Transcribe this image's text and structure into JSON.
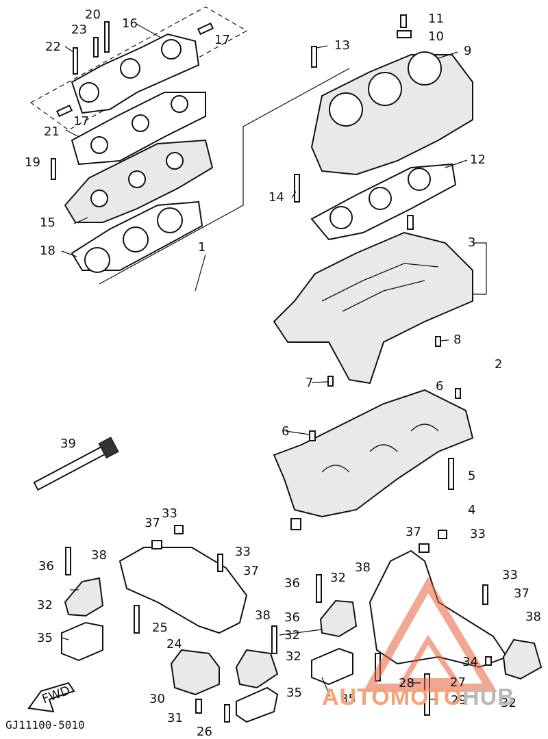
{
  "diagram_code": "GJ11100-5010",
  "fwd_label": "FWD",
  "watermark": {
    "part1": "AUTOMOTO",
    "part2": "HUB"
  },
  "callouts": {
    "c1": "1",
    "c2": "2",
    "c3": "3",
    "c4": "4",
    "c5": "5",
    "c6a": "6",
    "c6b": "6",
    "c7": "7",
    "c8": "8",
    "c9": "9",
    "c10": "10",
    "c11": "11",
    "c12": "12",
    "c13": "13",
    "c14": "14",
    "c15": "15",
    "c16": "16",
    "c17a": "17",
    "c17b": "17",
    "c18": "18",
    "c19": "19",
    "c20": "20",
    "c21": "21",
    "c22": "22",
    "c23": "23",
    "c24": "24",
    "c25": "25",
    "c26": "26",
    "c27": "27",
    "c28": "28",
    "c29": "29",
    "c30": "30",
    "c31": "31",
    "c32a": "32",
    "c32b": "32",
    "c32c": "32",
    "c32d": "32",
    "c32e": "32",
    "c33a": "33",
    "c33b": "33",
    "c33c": "33",
    "c33d": "33",
    "c34": "34",
    "c35a": "35",
    "c35b": "35",
    "c35c": "35",
    "c36a": "36",
    "c36b": "36",
    "c36c": "36",
    "c37a": "37",
    "c37b": "37",
    "c37c": "37",
    "c37d": "37",
    "c38a": "38",
    "c38b": "38",
    "c38c": "38",
    "c38d": "38",
    "c39": "39"
  },
  "colors": {
    "ink": "#111111",
    "watermark_orange": "#f5a27a",
    "watermark_grey": "#b9b9b9"
  }
}
